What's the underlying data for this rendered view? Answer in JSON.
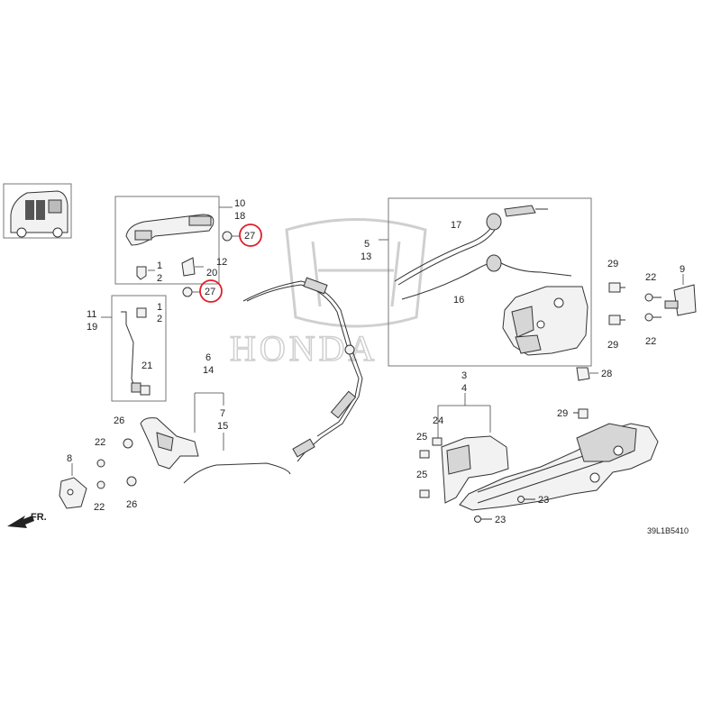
{
  "diagram": {
    "diagram_code": "39L1B5410",
    "direction_label": "FR.",
    "watermark_text": "HONDA",
    "highlight_color": "#e0202a",
    "labels": {
      "l10": "10",
      "l18": "18",
      "l27a": "27",
      "l12": "12",
      "l20": "20",
      "l27b": "27",
      "l1a": "1",
      "l2a": "2",
      "l11": "11",
      "l19": "19",
      "l1b": "1",
      "l2b": "2",
      "l21": "21",
      "l6": "6",
      "l14": "14",
      "l7": "7",
      "l15": "15",
      "l26a": "26",
      "l22a": "22",
      "l8": "8",
      "l22b": "22",
      "l26b": "26",
      "l5": "5",
      "l13": "13",
      "l17": "17",
      "l16": "16",
      "l29a": "29",
      "l29b": "29",
      "l22c": "22",
      "l22d": "22",
      "l9": "9",
      "l28": "28",
      "l3": "3",
      "l4": "4",
      "l24": "24",
      "l25a": "25",
      "l25b": "25",
      "l29c": "29",
      "l23a": "23",
      "l23b": "23"
    }
  }
}
